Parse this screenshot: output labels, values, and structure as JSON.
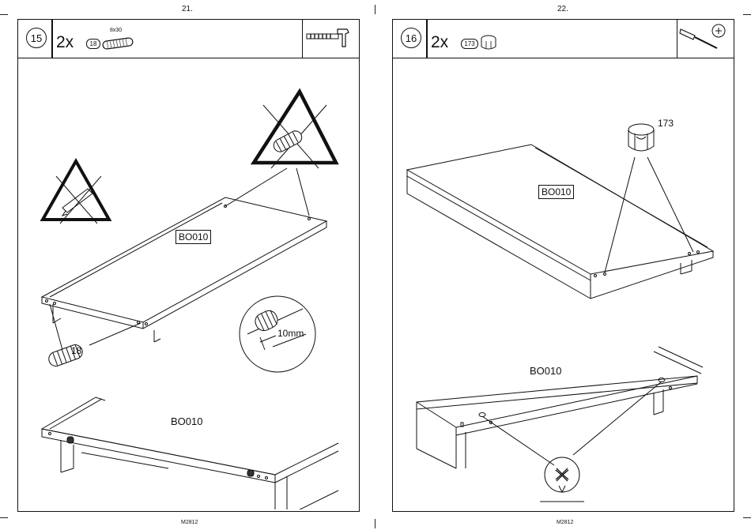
{
  "pages": [
    {
      "page_number": "21.",
      "footer": "M2812",
      "step": "15",
      "quantity": "2x",
      "part_ref": "18",
      "part_size": "8x30",
      "tool": "hammer-icon",
      "labels": {
        "board_top": "BO010",
        "dowel_callout": "18",
        "depth": "10mm",
        "board_bottom": "BO010"
      }
    },
    {
      "page_number": "22.",
      "footer": "M2812",
      "step": "16",
      "quantity": "2x",
      "part_ref": "173",
      "tool": "screwdriver-icon",
      "labels": {
        "cam_callout": "173",
        "board_top": "BO010",
        "board_bottom": "BO010"
      }
    }
  ]
}
